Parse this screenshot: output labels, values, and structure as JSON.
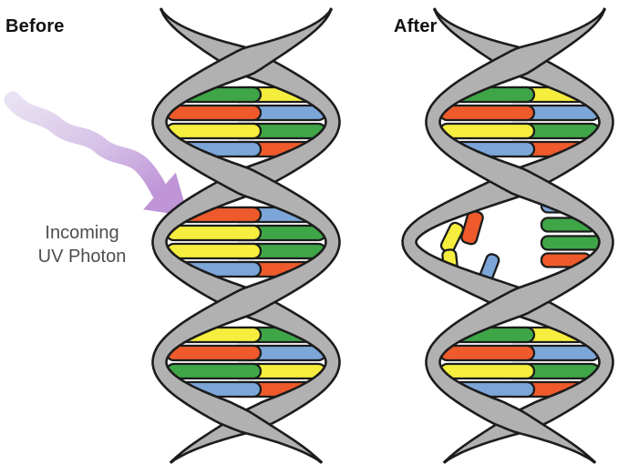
{
  "diagram": {
    "title": "DNA damage by an incoming UV photon, before and after",
    "labels": {
      "before": "Before",
      "after": "After"
    },
    "annotation": {
      "line1": "Incoming",
      "line2": "UV Photon"
    }
  },
  "palette": {
    "base_green": "#3fa648",
    "base_yellow": "#f5ee3e",
    "base_orange": "#ee5a2b",
    "base_blue": "#7ca6d8",
    "strand_fill": "#b1b1b1",
    "outline": "#1c1c1c",
    "arrow_light": "#e9e2f2",
    "arrow_mid": "#d6c2e7",
    "arrow_dark": "#bf95d8",
    "label_text": "#111111",
    "annotation_text": "#4d4d4d",
    "background": "#ffffff"
  },
  "before_helix": {
    "description": "intact double helix",
    "bubbles": [
      {
        "pairs": [
          [
            "green",
            "yellow"
          ],
          [
            "orange",
            "blue"
          ],
          [
            "yellow",
            "green"
          ],
          [
            "blue",
            "orange"
          ]
        ]
      },
      {
        "pairs": [
          [
            "orange",
            "blue"
          ],
          [
            "yellow",
            "green"
          ],
          [
            "yellow",
            "green"
          ],
          [
            "blue",
            "orange"
          ]
        ]
      },
      {
        "pairs": [
          [
            "yellow",
            "green"
          ],
          [
            "orange",
            "blue"
          ],
          [
            "green",
            "yellow"
          ],
          [
            "blue",
            "orange"
          ]
        ]
      }
    ]
  },
  "after_helix": {
    "description": "damaged double helix with broken base pairs",
    "bubbles": [
      {
        "pairs": [
          [
            "green",
            "yellow"
          ],
          [
            "orange",
            "blue"
          ],
          [
            "yellow",
            "green"
          ],
          [
            "blue",
            "orange"
          ]
        ]
      },
      {
        "damaged": true,
        "attached_stubs": [
          "blue",
          "green",
          "green",
          "orange"
        ],
        "loose_fragments": [
          "orange",
          "yellow",
          "yellow",
          "blue"
        ]
      },
      {
        "pairs": [
          [
            "green",
            "yellow"
          ],
          [
            "orange",
            "blue"
          ],
          [
            "yellow",
            "green"
          ],
          [
            "blue",
            "orange"
          ]
        ]
      }
    ]
  }
}
